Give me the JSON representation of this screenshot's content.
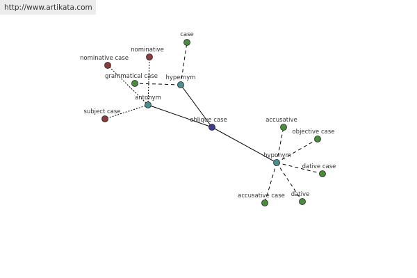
{
  "watermark": {
    "url": "http://www.artikata.com"
  },
  "colors": {
    "center": "#3d3d8f",
    "relation": "#4a9090",
    "term_green": "#4a8c3c",
    "term_red": "#8c3c3c",
    "edge": "#000000",
    "text": "#333333"
  },
  "graph": {
    "nodes": [
      {
        "id": "oblique-case",
        "label": "oblique case",
        "kind": "center"
      },
      {
        "id": "hypernym",
        "label": "hypernym",
        "kind": "relation"
      },
      {
        "id": "antonym",
        "label": "antonym",
        "kind": "relation"
      },
      {
        "id": "hyponym",
        "label": "hyponym",
        "kind": "relation"
      },
      {
        "id": "case",
        "label": "case",
        "kind": "green"
      },
      {
        "id": "grammatical-case",
        "label": "grammatical case",
        "kind": "green"
      },
      {
        "id": "nominative",
        "label": "nominative",
        "kind": "red"
      },
      {
        "id": "nominative-case",
        "label": "nominative case",
        "kind": "red"
      },
      {
        "id": "subject-case",
        "label": "subject case",
        "kind": "red"
      },
      {
        "id": "accusative",
        "label": "accusative",
        "kind": "green"
      },
      {
        "id": "objective-case",
        "label": "objective case",
        "kind": "green"
      },
      {
        "id": "dative-case",
        "label": "dative case",
        "kind": "green"
      },
      {
        "id": "dative",
        "label": "dative",
        "kind": "green"
      },
      {
        "id": "accusative-case",
        "label": "accusative case",
        "kind": "green"
      }
    ],
    "edges": [
      {
        "from": "oblique-case",
        "to": "hypernym",
        "style": "solid"
      },
      {
        "from": "oblique-case",
        "to": "antonym",
        "style": "solid"
      },
      {
        "from": "oblique-case",
        "to": "hyponym",
        "style": "solid"
      },
      {
        "from": "hypernym",
        "to": "case",
        "style": "dashed"
      },
      {
        "from": "hypernym",
        "to": "grammatical-case",
        "style": "dashed"
      },
      {
        "from": "antonym",
        "to": "nominative",
        "style": "dotted"
      },
      {
        "from": "antonym",
        "to": "nominative-case",
        "style": "dotted"
      },
      {
        "from": "antonym",
        "to": "subject-case",
        "style": "dotted"
      },
      {
        "from": "hyponym",
        "to": "accusative",
        "style": "dashed"
      },
      {
        "from": "hyponym",
        "to": "objective-case",
        "style": "dashed"
      },
      {
        "from": "hyponym",
        "to": "dative-case",
        "style": "dashed"
      },
      {
        "from": "hyponym",
        "to": "dative",
        "style": "dashed"
      },
      {
        "from": "hyponym",
        "to": "accusative-case",
        "style": "dashed"
      }
    ]
  }
}
